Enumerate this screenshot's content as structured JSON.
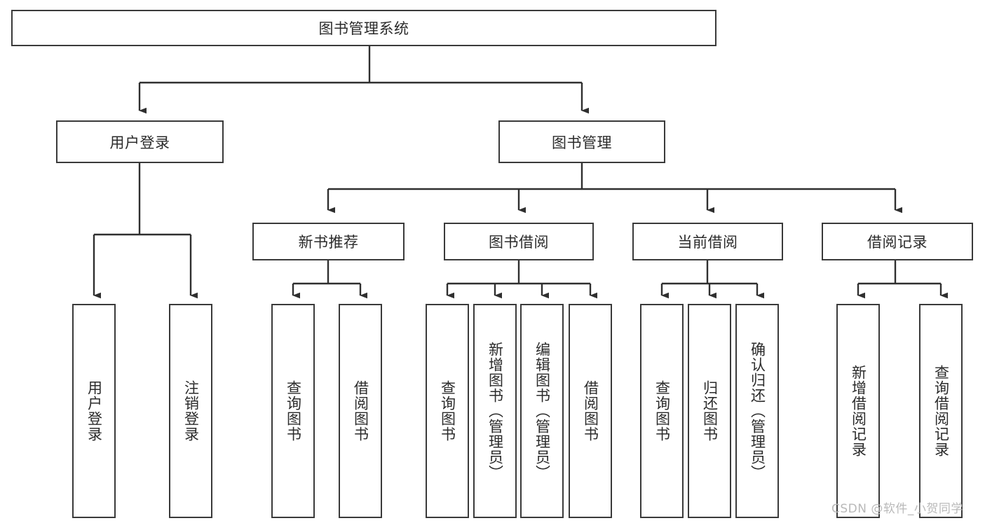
{
  "diagram": {
    "type": "tree",
    "title": "图书管理系统",
    "watermark": "CSDN @软件_小贺同学",
    "colors": {
      "box_border": "#3a3a3a",
      "box_fill": "#ffffff",
      "edge": "#2f2f2f",
      "text": "#2b2b2b",
      "watermark": "#b9b9b9",
      "background": "#ffffff"
    },
    "root": {
      "label": "图书管理系统"
    },
    "level1": [
      {
        "label": "用户登录"
      },
      {
        "label": "图书管理"
      }
    ],
    "level2": [
      {
        "label": "新书推荐"
      },
      {
        "label": "图书借阅"
      },
      {
        "label": "当前借阅"
      },
      {
        "label": "借阅记录"
      }
    ],
    "leaves": {
      "user_login": [
        {
          "label": "用户登录"
        },
        {
          "label": "注销登录"
        }
      ],
      "new_book_recommend": [
        {
          "label": "查询图书"
        },
        {
          "label": "借阅图书"
        }
      ],
      "book_borrow": [
        {
          "label": "查询图书"
        },
        {
          "label": "新增图书（管理员）"
        },
        {
          "label": "编辑图书（管理员）"
        },
        {
          "label": "借阅图书"
        }
      ],
      "current_borrow": [
        {
          "label": "查询图书"
        },
        {
          "label": "归还图书"
        },
        {
          "label": "确认归还（管理员）"
        }
      ],
      "borrow_record": [
        {
          "label": "新增借阅记录"
        },
        {
          "label": "查询借阅记录"
        }
      ]
    }
  }
}
